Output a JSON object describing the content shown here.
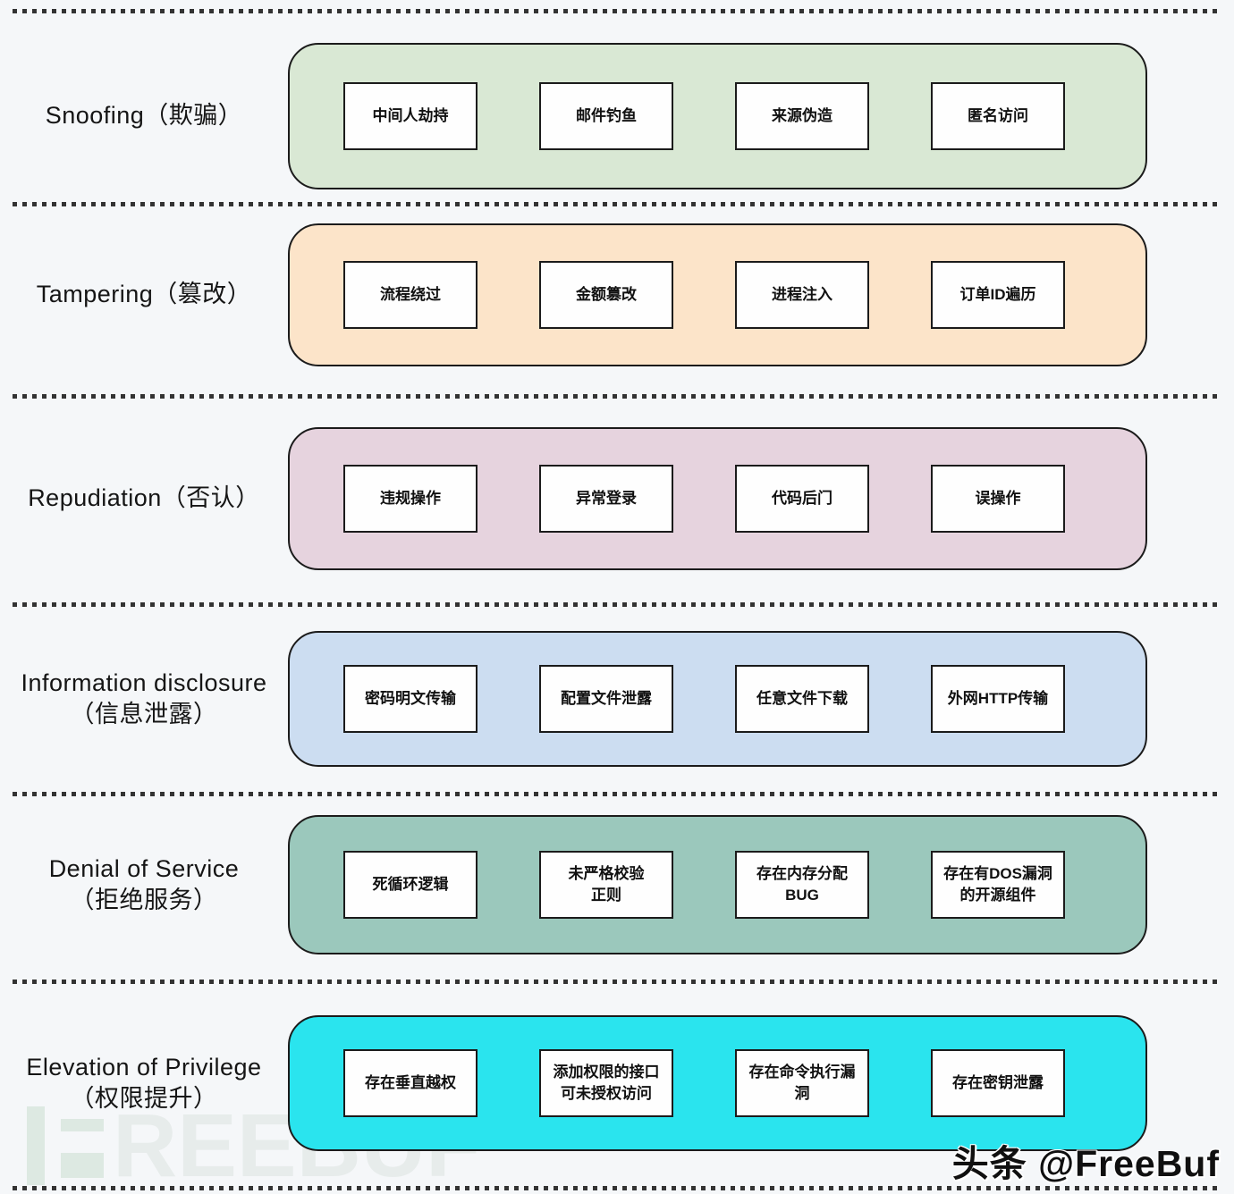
{
  "page": {
    "background": "#f5f7f9",
    "separator_color": "#333333",
    "watermark_text": "REEBUF",
    "credit_text": "头条 @FreeBuf"
  },
  "rows": [
    {
      "label": "Snoofing（欺骗）",
      "band_color": "#d9e8d4",
      "items": [
        "中间人劫持",
        "邮件钓鱼",
        "来源伪造",
        "匿名访问"
      ]
    },
    {
      "label": "Tampering（篡改）",
      "band_color": "#fce4c9",
      "items": [
        "流程绕过",
        "金额篡改",
        "进程注入",
        "订单ID遍历"
      ]
    },
    {
      "label": "Repudiation（否认）",
      "band_color": "#e6d3de",
      "items": [
        "违规操作",
        "异常登录",
        "代码后门",
        "误操作"
      ]
    },
    {
      "label": "Information disclosure\n（信息泄露）",
      "band_color": "#ccddf1",
      "items": [
        "密码明文传输",
        "配置文件泄露",
        "任意文件下载",
        "外网HTTP传输"
      ]
    },
    {
      "label": "Denial of Service\n（拒绝服务）",
      "band_color": "#9bc8bc",
      "items": [
        "死循环逻辑",
        "未严格校验\n正则",
        "存在内存分配\nBUG",
        "存在有DOS漏洞\n的开源组件"
      ]
    },
    {
      "label": "Elevation of Privilege\n（权限提升）",
      "band_color": "#2ae4ee",
      "items": [
        "存在垂直越权",
        "添加权限的接口\n可未授权访问",
        "存在命令执行漏\n洞",
        "存在密钥泄露"
      ]
    }
  ]
}
